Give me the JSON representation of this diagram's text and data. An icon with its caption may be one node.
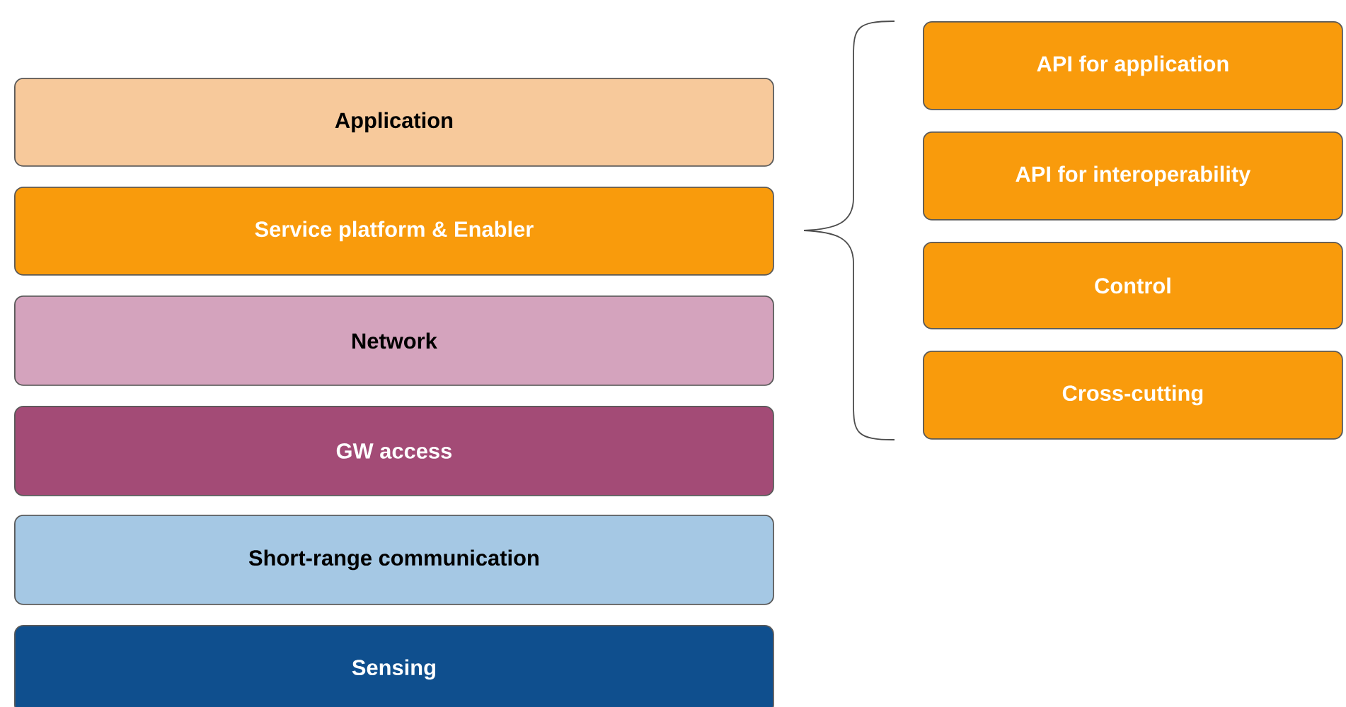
{
  "diagram": {
    "nodes": [
      {
        "text": [
          "Application"
        ]
      },
      {
        "text": [
          "Service platform & Enabler"
        ]
      },
      {
        "text": [
          "Network"
        ]
      },
      {
        "text": [
          "GW access"
        ]
      },
      {
        "text": [
          "Short-range communication"
        ]
      },
      {
        "text": [
          "Sensing"
        ]
      },
      {
        "text": [
          "API for application"
        ]
      },
      {
        "text": [
          "API for interoperability"
        ]
      },
      {
        "text": [
          "Control"
        ]
      },
      {
        "text": [
          "Cross-cutting"
        ]
      }
    ]
  }
}
